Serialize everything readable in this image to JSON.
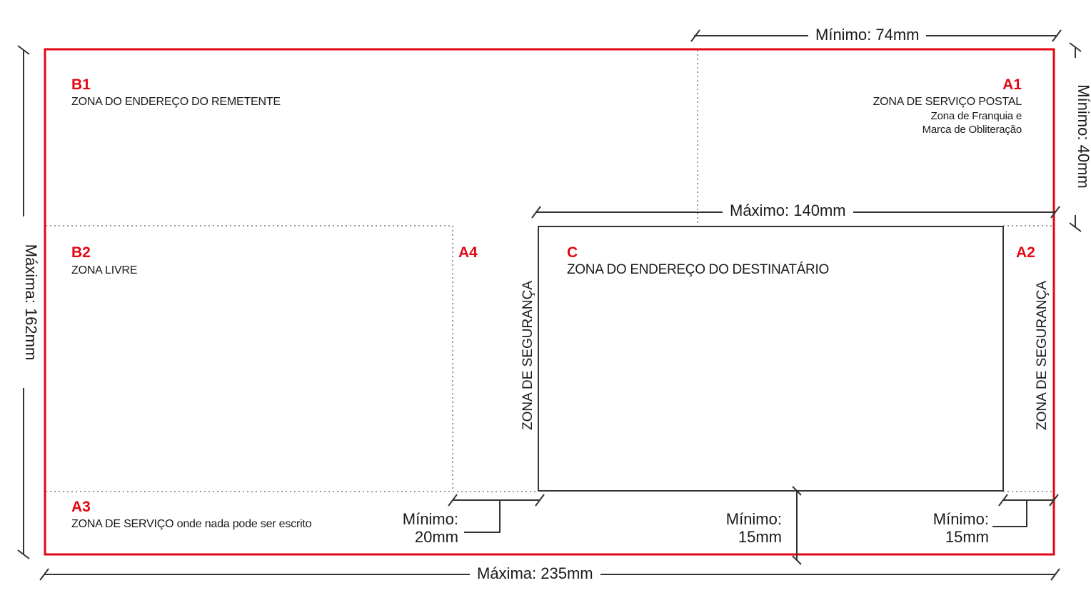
{
  "colors": {
    "frame": "#e30613",
    "code": "#e30613",
    "line": "#333333",
    "dotted": "#999999"
  },
  "zones": {
    "b1": {
      "code": "B1",
      "title": "ZONA DO ENDEREÇO DO REMETENTE"
    },
    "a1": {
      "code": "A1",
      "title": "ZONA DE SERVIÇO POSTAL",
      "line2": "Zona de Franquia e",
      "line3": "Marca de Obliteração"
    },
    "b2": {
      "code": "B2",
      "title": "ZONA LIVRE"
    },
    "a4": {
      "code": "A4"
    },
    "c": {
      "code": "C",
      "title": "ZONA DO ENDEREÇO DO DESTINATÁRIO"
    },
    "a2": {
      "code": "A2"
    },
    "a3": {
      "code": "A3",
      "title": "ZONA DE SERVIÇO onde nada pode ser escrito"
    },
    "safety_label": "ZONA DE SEGURANÇA"
  },
  "dimensions": {
    "top_min_width": "Mínimo: 74mm",
    "right_min_height": "Mínimo: 40mm",
    "max_address_width": "Máximo: 140mm",
    "left_max_height": "Máxima: 162mm",
    "bottom_max_width": "Máxima: 235mm",
    "left_margin_min": {
      "line1": "Mínimo:",
      "line2": "20mm"
    },
    "bottom_margin_min": {
      "line1": "Mínimo:",
      "line2": "15mm"
    },
    "right_margin_min": {
      "line1": "Mínimo:",
      "line2": "15mm"
    }
  }
}
